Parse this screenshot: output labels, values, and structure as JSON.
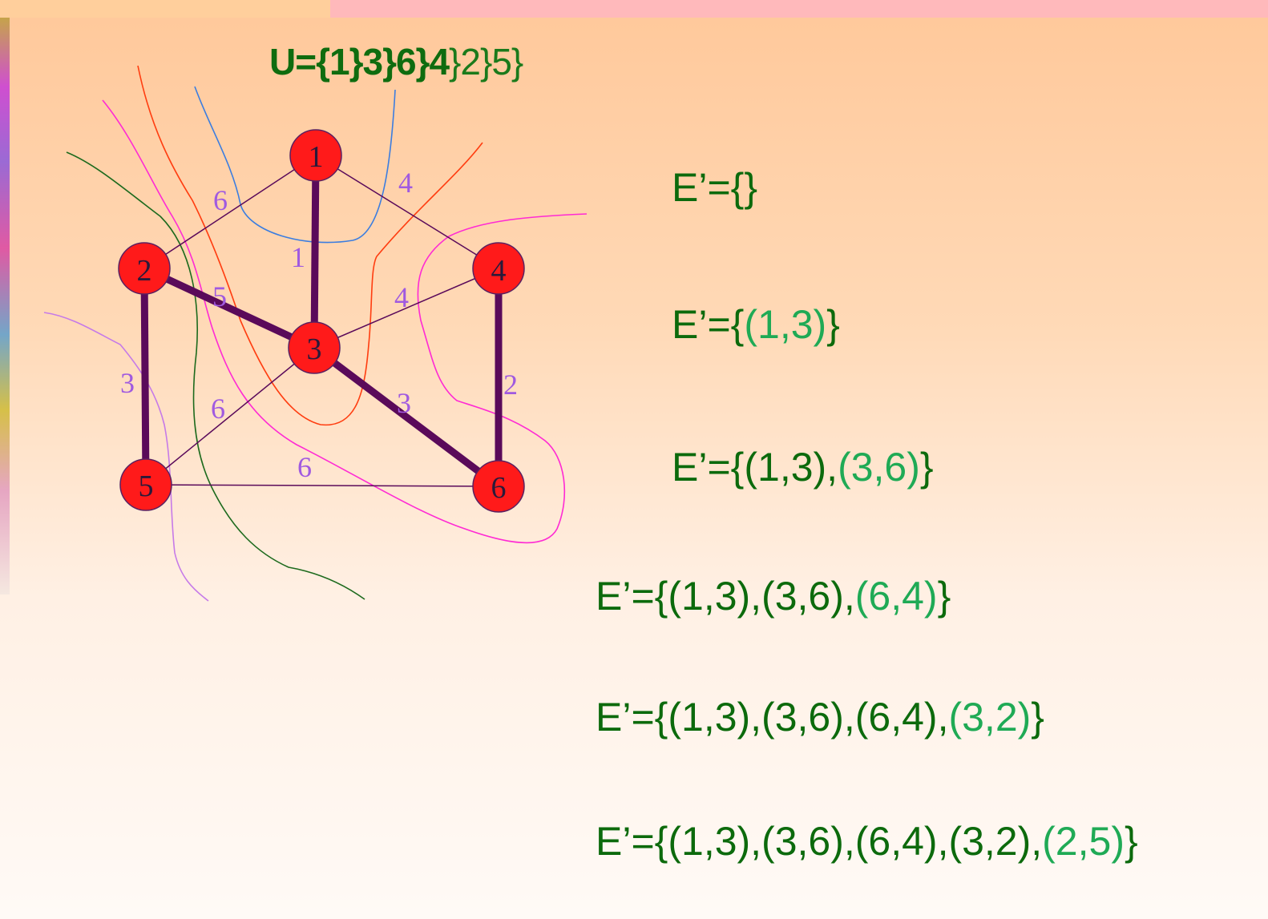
{
  "nodes": [
    {
      "id": "n1",
      "label": "1"
    },
    {
      "id": "n2",
      "label": "2"
    },
    {
      "id": "n3",
      "label": "3"
    },
    {
      "id": "n4",
      "label": "4"
    },
    {
      "id": "n5",
      "label": "5"
    },
    {
      "id": "n6",
      "label": "6"
    }
  ],
  "edge_weights": {
    "e12": "6",
    "e14": "4",
    "e13": "1",
    "e23": "5",
    "e34": "4",
    "e25": "3",
    "e35": "6",
    "e36": "3",
    "e46": "2",
    "e56": "6"
  },
  "u_set": {
    "prefix": "U={1",
    "part1": "}3",
    "part2": "}6",
    "part3": "}4",
    "part4": "}2",
    "part5": "}5}"
  },
  "steps": [
    {
      "base": "E’={",
      "new": "",
      "end": "}"
    },
    {
      "base": "E’={",
      "new": "(1,3)",
      "end": "}"
    },
    {
      "base": "E’={(1,3),",
      "new": "(3,6)",
      "end": "}"
    },
    {
      "base": "E’={(1,3),(3,6),",
      "new": "(6,4)",
      "end": "}"
    },
    {
      "base": "E’={(1,3),(3,6),(6,4),",
      "new": "(3,2)",
      "end": "}"
    },
    {
      "base": "E’={(1,3),(3,6),(6,4),(3,2),",
      "new": "(2,5)",
      "end": "}"
    }
  ],
  "colors": {
    "node_fill": "#ff1a1a",
    "edge": "#5a0a5a",
    "weight": "#a05ae0",
    "text_green": "#0c6a0c",
    "text_new": "#1faa55"
  }
}
